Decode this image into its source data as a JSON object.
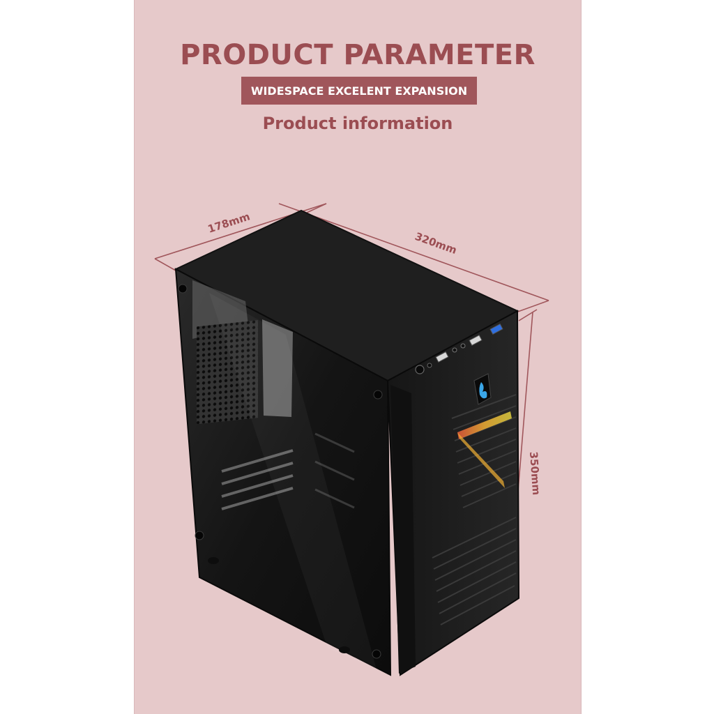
{
  "header": {
    "title": "PRODUCT PARAMETER",
    "badge": "WIDESPACE EXCELENT EXPANSION",
    "subtitle": "Product information"
  },
  "dimensions": {
    "width": "178mm",
    "depth": "320mm",
    "height": "350mm"
  },
  "colors": {
    "background": "#e6c9ca",
    "accent": "#9b4d52",
    "badge_bg": "#a0565b",
    "case_body": "#1a1a1a"
  },
  "icons": [
    "power-button-icon",
    "reset-button-icon",
    "usb-port-icon",
    "audio-jack-icon",
    "led-logo-icon"
  ]
}
